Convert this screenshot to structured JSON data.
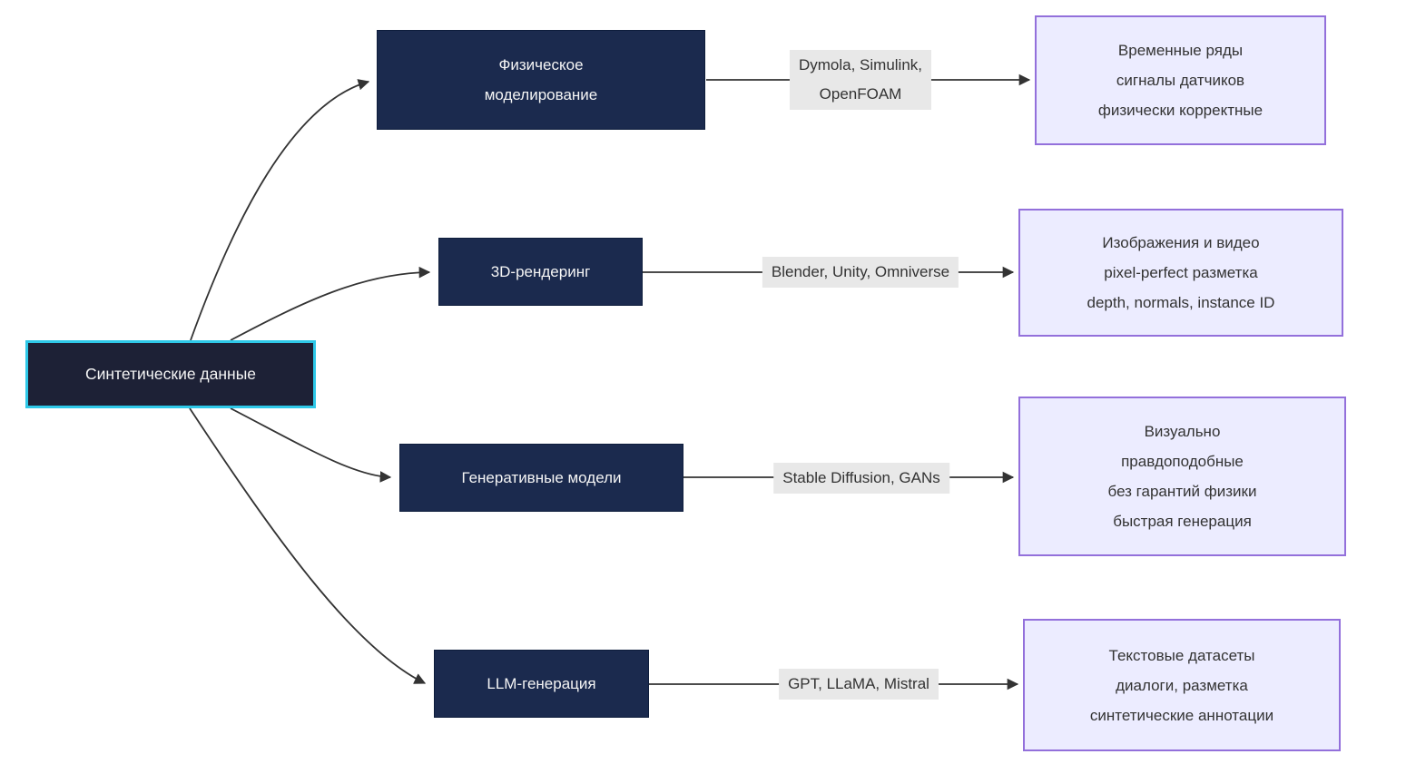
{
  "diagram": {
    "title_hint": "synthetic-data-generation-flowchart",
    "root": {
      "label": "Синтетические данные"
    },
    "branches": [
      {
        "name": "physical-modeling",
        "node_lines": [
          "Физическое",
          "моделирование"
        ],
        "tools_lines": [
          "Dymola, Simulink,",
          "OpenFOAM"
        ],
        "output_lines": [
          "Временные ряды",
          "сигналы датчиков",
          "физически корректные"
        ]
      },
      {
        "name": "3d-rendering",
        "node_lines": [
          "3D-рендеринг"
        ],
        "tools_lines": [
          "Blender, Unity, Omniverse"
        ],
        "output_lines": [
          "Изображения и видео",
          "pixel-perfect разметка",
          "depth, normals, instance ID"
        ]
      },
      {
        "name": "generative-models",
        "node_lines": [
          "Генеративные модели"
        ],
        "tools_lines": [
          "Stable Diffusion, GANs"
        ],
        "output_lines": [
          "Визуально",
          "правдоподобные",
          "без гарантий физики",
          "быстрая генерация"
        ]
      },
      {
        "name": "llm-generation",
        "node_lines": [
          "LLM-генерация"
        ],
        "tools_lines": [
          "GPT, LLaMA, Mistral"
        ],
        "output_lines": [
          "Текстовые датасеты",
          "диалоги, разметка",
          "синтетические аннотации"
        ]
      }
    ],
    "colors": {
      "background": "#ffffff",
      "root_fill": "#1d2136",
      "root_border": "#2ec8e8",
      "branch_fill": "#1b2a4e",
      "branch_text": "#f5f5f5",
      "result_fill": "#ececff",
      "result_border": "#9370db",
      "edge_label_bg": "#e8e8e8",
      "edge_stroke": "#333333",
      "text": "#333333"
    }
  }
}
